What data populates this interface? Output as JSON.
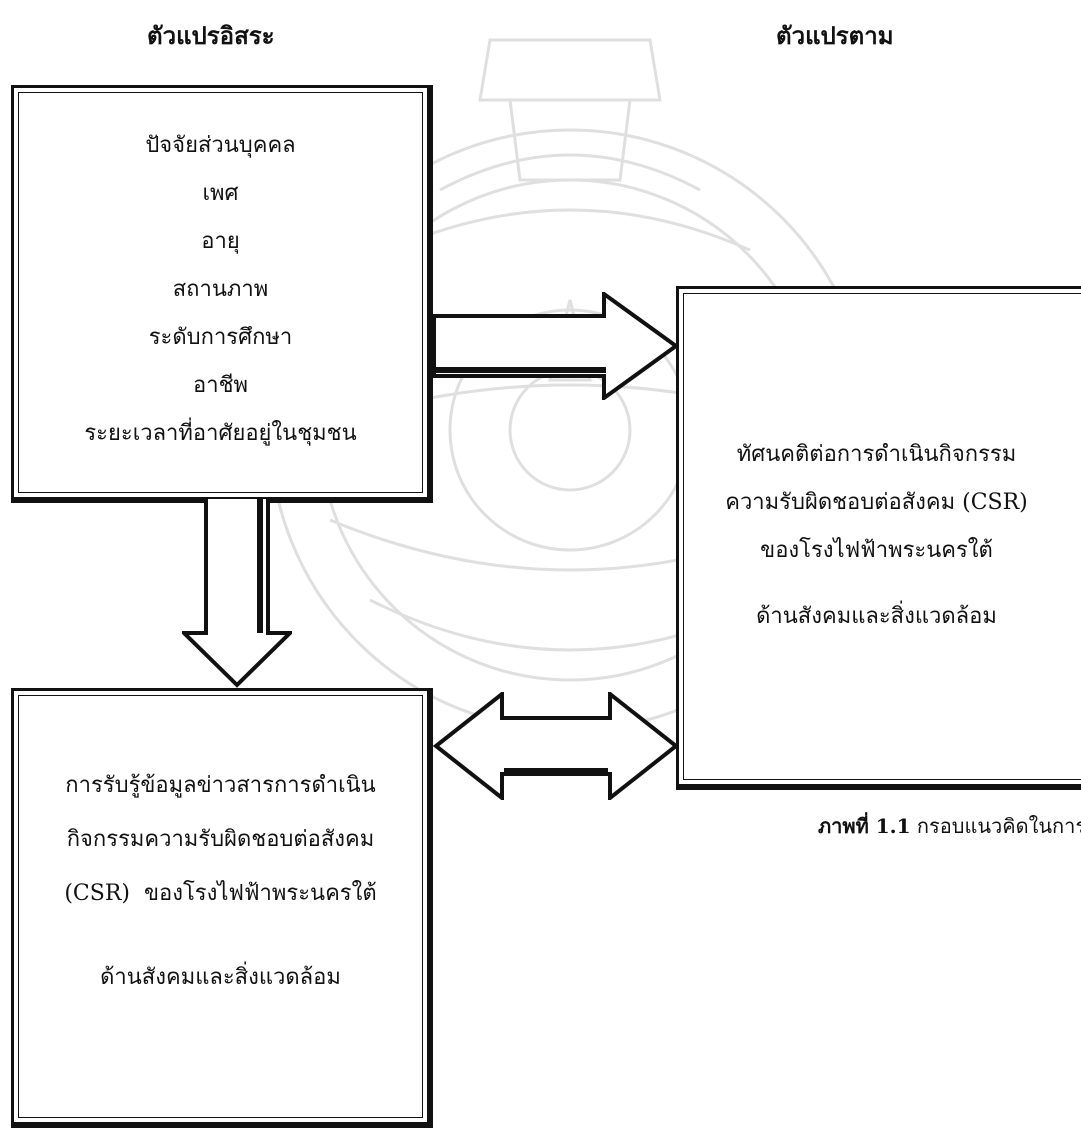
{
  "headings": {
    "independent": "ตัวแปรอิสระ",
    "dependent": "ตัวแปรตาม"
  },
  "box_personal": {
    "lines": [
      "ปัจจัยส่วนบุคคล",
      "เพศ",
      "อายุ",
      "สถานภาพ",
      "ระดับการศึกษา",
      "อาชีพ",
      "ระยะเวลาที่อาศัยอยู่ในชุมชน"
    ]
  },
  "box_attitude": {
    "lines": [
      "ทัศนคติต่อการดำเนินกิจกรรม",
      "ความรับผิดชอบต่อสังคม (CSR)",
      "ของโรงไฟฟ้าพระนครใต้",
      "",
      "ด้านสังคมและสิ่งแวดล้อม"
    ]
  },
  "box_perception": {
    "lines": [
      "การรับรู้ข้อมูลข่าวสารการดำเนิน",
      "กิจกรรมความรับผิดชอบต่อสังคม",
      "(CSR)  ของโรงไฟฟ้าพระนครใต้",
      "",
      "ด้านสังคมและสิ่งแวดล้อม"
    ]
  },
  "caption": {
    "label": "ภาพที่ 1.1",
    "text": " กรอบแนวคิดในการวิจั"
  },
  "icons": {
    "watermark": "university-seal-watermark",
    "arrow_right": "arrow-right-icon",
    "arrow_down": "arrow-down-icon",
    "arrow_both": "arrow-left-right-icon"
  }
}
